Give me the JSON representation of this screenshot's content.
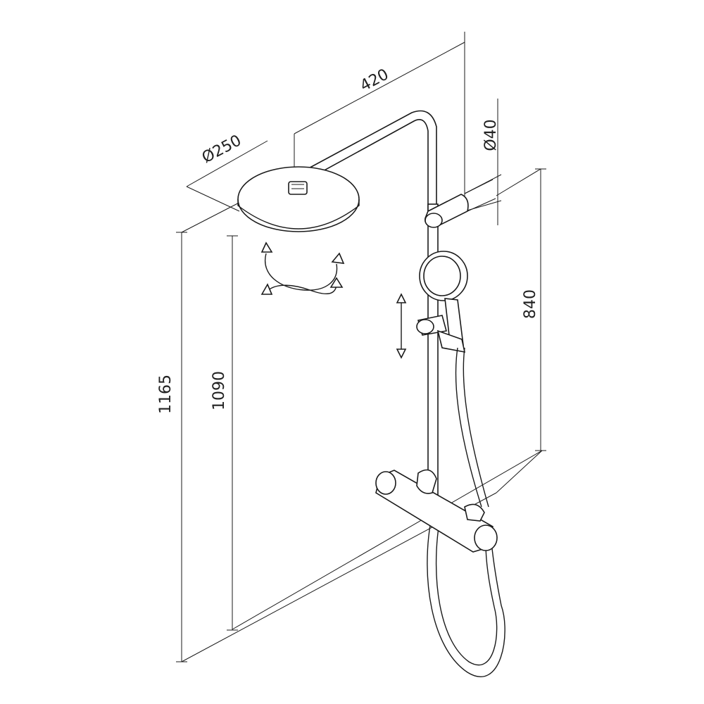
{
  "dimensions": {
    "head_diameter": "Ø250",
    "arm_length": "420",
    "pipe_diameter": "Ø40",
    "height_total": "1165",
    "height_head": "1090",
    "slide_height": "840"
  },
  "icons": [
    "rotate-arrows-icon",
    "up-down-arrow-icon"
  ]
}
